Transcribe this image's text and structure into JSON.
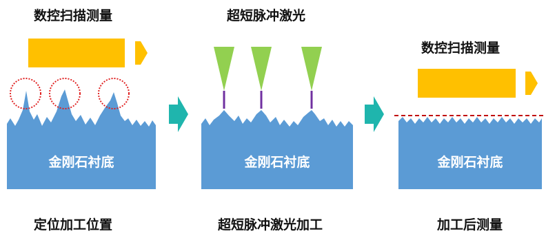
{
  "panels": [
    {
      "step_title": "数控扫描测量",
      "substrate_label": "金刚石衬底",
      "caption": "定位加工位置"
    },
    {
      "step_title": "超短脉冲激光",
      "substrate_label": "金刚石衬底",
      "caption": "超短脉冲激光加工"
    },
    {
      "step_title": "数控扫描测量",
      "substrate_label": "金刚石衬底",
      "caption": "加工后测量"
    }
  ],
  "colors": {
    "substrate": "#5b9bd5",
    "scan_bar": "#ffc000",
    "laser": "#92d050",
    "laser_beam": "#7030a0",
    "step_arrow": "#1fb5ad",
    "target_circle": "#e02020",
    "cut_line": "#c00000"
  }
}
